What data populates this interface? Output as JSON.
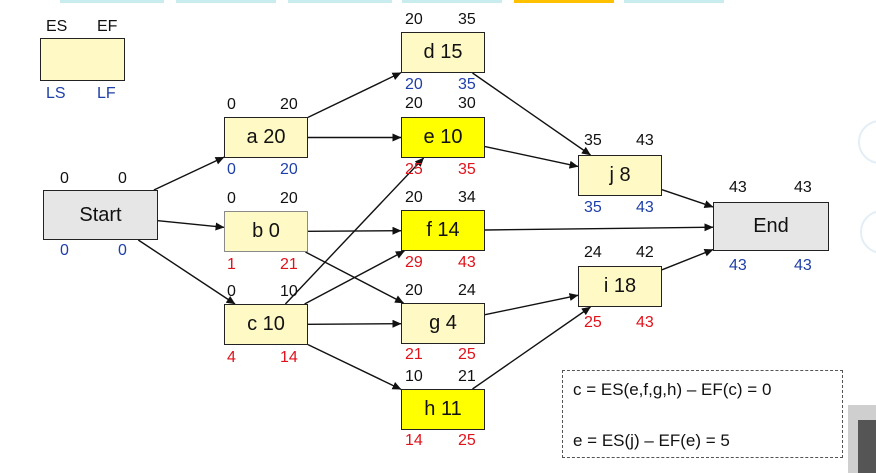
{
  "colors": {
    "normal_fill": "#fff9c6",
    "critical_fill": "#ffff00",
    "terminal_fill": "#e6e6e6",
    "top_strip_cyan": "#c9ecef",
    "top_strip_orange": "#ffc000",
    "es_ef_text": "#111111",
    "ls_lf_blue": "#1f3fa8",
    "slack_red": "#e0121b"
  },
  "legend": {
    "es": "ES",
    "ef": "EF",
    "ls": "LS",
    "lf": "LF"
  },
  "nodes": [
    {
      "id": "start",
      "label": "Start",
      "es": "0",
      "ef": "0",
      "ls": "0",
      "lf": "0",
      "fill": "terminal",
      "late_color": "blue"
    },
    {
      "id": "a",
      "label": "a 20",
      "es": "0",
      "ef": "20",
      "ls": "0",
      "lf": "20",
      "fill": "normal",
      "late_color": "blue"
    },
    {
      "id": "b",
      "label": "b 0",
      "es": "0",
      "ef": "20",
      "ls": "1",
      "lf": "21",
      "fill": "normal",
      "late_color": "red"
    },
    {
      "id": "c",
      "label": "c 10",
      "es": "0",
      "ef": "10",
      "ls": "4",
      "lf": "14",
      "fill": "normal",
      "late_color": "red"
    },
    {
      "id": "d",
      "label": "d 15",
      "es": "20",
      "ef": "35",
      "ls": "20",
      "lf": "35",
      "fill": "normal",
      "late_color": "blue"
    },
    {
      "id": "e",
      "label": "e 10",
      "es": "20",
      "ef": "30",
      "ls": "25",
      "lf": "35",
      "fill": "critical",
      "late_color": "red"
    },
    {
      "id": "f",
      "label": "f 14",
      "es": "20",
      "ef": "34",
      "ls": "29",
      "lf": "43",
      "fill": "critical",
      "late_color": "red"
    },
    {
      "id": "g",
      "label": "g 4",
      "es": "20",
      "ef": "24",
      "ls": "21",
      "lf": "25",
      "fill": "normal",
      "late_color": "red"
    },
    {
      "id": "h",
      "label": "h 11",
      "es": "10",
      "ef": "21",
      "ls": "14",
      "lf": "25",
      "fill": "critical",
      "late_color": "red"
    },
    {
      "id": "j",
      "label": "j 8",
      "es": "35",
      "ef": "43",
      "ls": "35",
      "lf": "43",
      "fill": "normal",
      "late_color": "blue"
    },
    {
      "id": "i",
      "label": "i 18",
      "es": "24",
      "ef": "42",
      "ls": "25",
      "lf": "43",
      "fill": "normal",
      "late_color": "red"
    },
    {
      "id": "end",
      "label": "End",
      "es": "43",
      "ef": "43",
      "ls": "43",
      "lf": "43",
      "fill": "terminal",
      "late_color": "blue"
    }
  ],
  "edges": [
    [
      "start",
      "a"
    ],
    [
      "start",
      "b"
    ],
    [
      "start",
      "c"
    ],
    [
      "a",
      "d"
    ],
    [
      "a",
      "e"
    ],
    [
      "b",
      "f"
    ],
    [
      "b",
      "g"
    ],
    [
      "c",
      "e"
    ],
    [
      "c",
      "f"
    ],
    [
      "c",
      "g"
    ],
    [
      "c",
      "h"
    ],
    [
      "d",
      "j"
    ],
    [
      "e",
      "j"
    ],
    [
      "f",
      "end"
    ],
    [
      "g",
      "i"
    ],
    [
      "h",
      "i"
    ],
    [
      "j",
      "end"
    ],
    [
      "i",
      "end"
    ]
  ],
  "notes": {
    "line1": "c = ES(e,f,g,h) – EF(c) = 0",
    "line2": "e = ES(j) – EF(e) = 5"
  }
}
